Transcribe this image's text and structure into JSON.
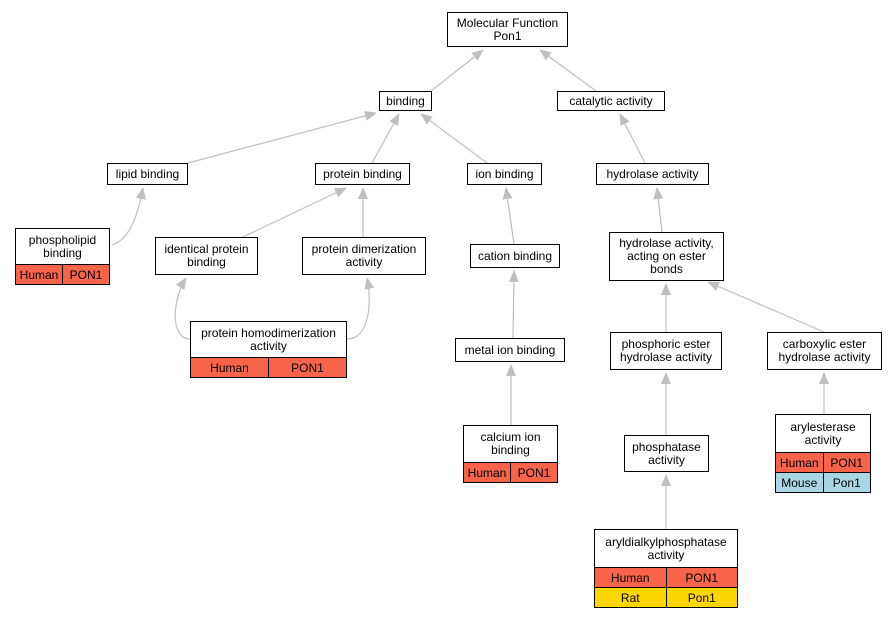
{
  "colors": {
    "edge": "#bfbfbf",
    "human": "#f8644a",
    "mouse": "#a9d6e5",
    "rat": "#ffd700"
  },
  "nodes": {
    "root": "Molecular Function\nPon1",
    "binding": "binding",
    "catalytic": "catalytic activity",
    "lipid_binding": "lipid binding",
    "protein_binding": "protein binding",
    "ion_binding": "ion binding",
    "hydrolase": "hydrolase activity",
    "phospholipid_binding": "phospholipid\nbinding",
    "identical_protein_binding": "identical protein\nbinding",
    "protein_dimerization": "protein dimerization\nactivity",
    "cation_binding": "cation binding",
    "hydrolase_ester": "hydrolase activity,\nacting on ester\nbonds",
    "protein_homodimerization": "protein homodimerization\nactivity",
    "metal_ion_binding": "metal ion binding",
    "phosphoric_ester": "phosphoric ester\nhydrolase activity",
    "carboxylic_ester": "carboxylic ester\nhydrolase activity",
    "calcium_ion_binding": "calcium ion\nbinding",
    "phosphatase": "phosphatase\nactivity",
    "arylesterase": "arylesterase\nactivity",
    "aryldialkylphosphatase": "aryldialkylphosphatase\nactivity"
  },
  "annotations": {
    "phospholipid_binding": [
      {
        "species": "Human",
        "gene": "PON1"
      }
    ],
    "protein_homodimerization": [
      {
        "species": "Human",
        "gene": "PON1"
      }
    ],
    "calcium_ion_binding": [
      {
        "species": "Human",
        "gene": "PON1"
      }
    ],
    "arylesterase": [
      {
        "species": "Human",
        "gene": "PON1"
      },
      {
        "species": "Mouse",
        "gene": "Pon1"
      }
    ],
    "aryldialkylphosphatase": [
      {
        "species": "Human",
        "gene": "PON1"
      },
      {
        "species": "Rat",
        "gene": "Pon1"
      }
    ]
  }
}
